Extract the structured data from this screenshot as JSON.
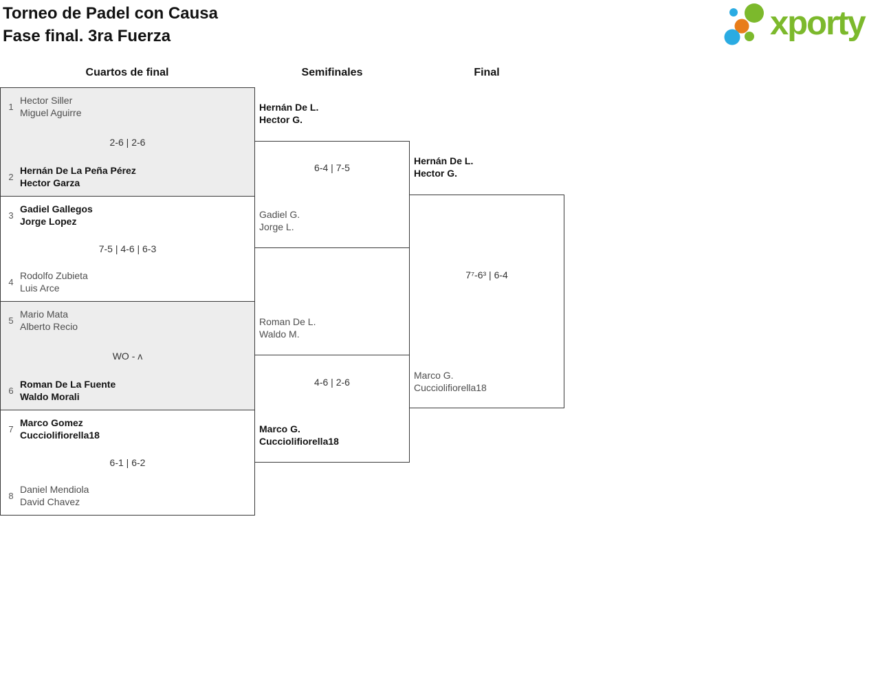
{
  "header": {
    "title_line1": "Torneo de Padel con Causa",
    "title_line2": "Fase final. 3ra Fuerza"
  },
  "logo": {
    "text": "xporty"
  },
  "colors": {
    "brand_green": "#7cb92c",
    "brand_blue": "#2aabe2",
    "brand_orange": "#e87d1a",
    "match_alt_bg": "#ededed",
    "line": "#383838"
  },
  "round_headers": {
    "quarterfinals": "Cuartos de final",
    "semifinals": "Semifinales",
    "final": "Final"
  },
  "bracket": {
    "quarterfinals": [
      {
        "top": {
          "seed": "1",
          "line1": "Hector Siller",
          "line2": "Miguel Aguirre",
          "winner": false
        },
        "score": "2-6 | 2-6",
        "bottom": {
          "seed": "2",
          "line1": "Hernán De La Peña Pérez",
          "line2": "Hector Garza",
          "winner": true
        }
      },
      {
        "top": {
          "seed": "3",
          "line1": "Gadiel Gallegos",
          "line2": "Jorge Lopez",
          "winner": true
        },
        "score": "7-5 | 4-6 | 6-3",
        "bottom": {
          "seed": "4",
          "line1": "Rodolfo Zubieta",
          "line2": "Luis Arce",
          "winner": false
        }
      },
      {
        "top": {
          "seed": "5",
          "line1": "Mario Mata",
          "line2": "Alberto Recio",
          "winner": false
        },
        "score": "WO - ʌ",
        "bottom": {
          "seed": "6",
          "line1": "Roman De La Fuente",
          "line2": "Waldo Morali",
          "winner": true
        }
      },
      {
        "top": {
          "seed": "7",
          "line1": "Marco Gomez",
          "line2": "Cucciolifiorella18",
          "winner": true
        },
        "score": "6-1 | 6-2",
        "bottom": {
          "seed": "8",
          "line1": "Daniel Mendiola",
          "line2": "David Chavez",
          "winner": false
        }
      }
    ],
    "semifinals": [
      {
        "top": {
          "line1": "Hernán De L.",
          "line2": "Hector G.",
          "winner": true
        },
        "score": "6-4 | 7-5",
        "bottom": {
          "line1": "Gadiel G.",
          "line2": "Jorge L.",
          "winner": false
        }
      },
      {
        "top": {
          "line1": "Roman De L.",
          "line2": "Waldo M.",
          "winner": false
        },
        "score": "4-6 | 2-6",
        "bottom": {
          "line1": "Marco G.",
          "line2": "Cucciolifiorella18",
          "winner": true
        }
      }
    ],
    "final": {
      "top": {
        "line1": "Hernán De L.",
        "line2": "Hector G.",
        "winner": true
      },
      "score": "7⁷-6³ | 6-4",
      "bottom": {
        "line1": "Marco G.",
        "line2": "Cucciolifiorella18",
        "winner": false
      }
    }
  }
}
